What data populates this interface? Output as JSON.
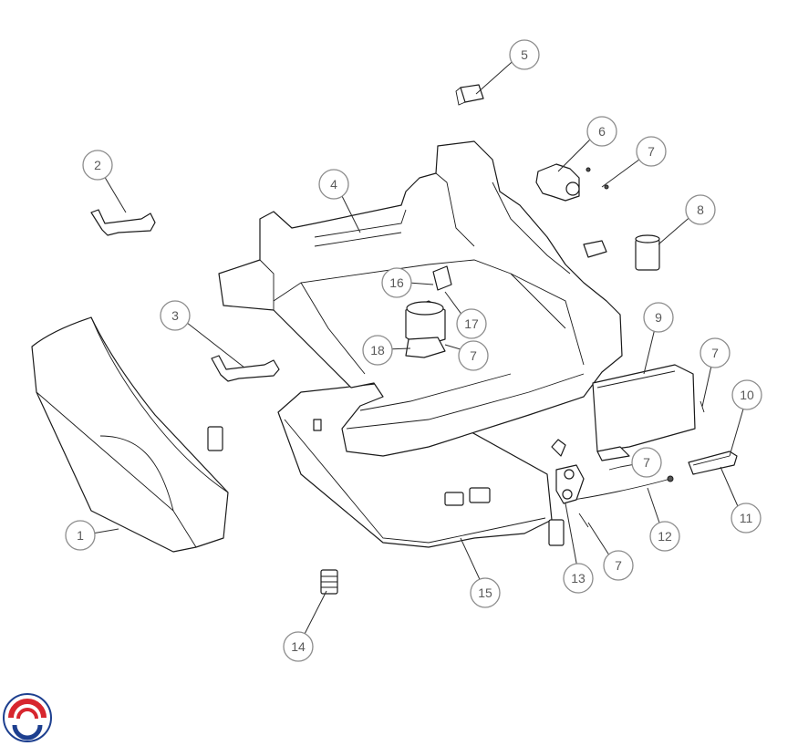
{
  "callouts": [
    {
      "id": "c1",
      "label": "1"
    },
    {
      "id": "c2",
      "label": "2"
    },
    {
      "id": "c3",
      "label": "3"
    },
    {
      "id": "c4",
      "label": "4"
    },
    {
      "id": "c5",
      "label": "5"
    },
    {
      "id": "c6",
      "label": "6"
    },
    {
      "id": "c7a",
      "label": "7"
    },
    {
      "id": "c8",
      "label": "8"
    },
    {
      "id": "c9",
      "label": "9"
    },
    {
      "id": "c7b",
      "label": "7"
    },
    {
      "id": "c10",
      "label": "10"
    },
    {
      "id": "c11",
      "label": "11"
    },
    {
      "id": "c7c",
      "label": "7"
    },
    {
      "id": "c12",
      "label": "12"
    },
    {
      "id": "c13",
      "label": "13"
    },
    {
      "id": "c7d",
      "label": "7"
    },
    {
      "id": "c14",
      "label": "14"
    },
    {
      "id": "c15",
      "label": "15"
    },
    {
      "id": "c16",
      "label": "16"
    },
    {
      "id": "c17",
      "label": "17"
    },
    {
      "id": "c18",
      "label": "18"
    },
    {
      "id": "c7e",
      "label": "7"
    }
  ],
  "colors": {
    "line": "#1a1a1a",
    "callout_border": "#8c8c8c",
    "callout_text": "#5a5a5a",
    "logo_red": "#d7262e",
    "logo_blue": "#1d3f8f"
  }
}
